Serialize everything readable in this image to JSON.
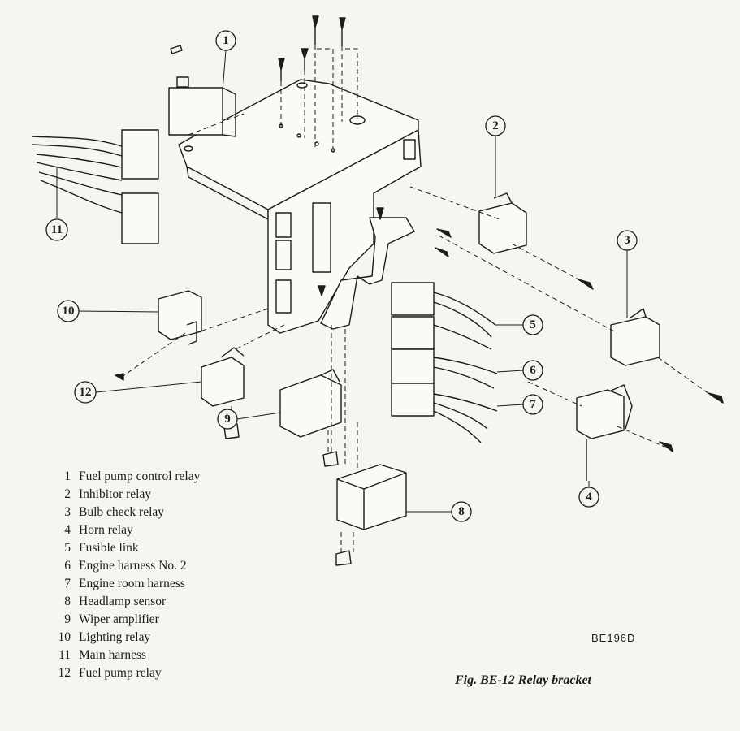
{
  "figure": {
    "code": "BE196D",
    "caption": "Fig. BE-12  Relay bracket"
  },
  "callouts": [
    "1",
    "2",
    "3",
    "4",
    "5",
    "6",
    "7",
    "8",
    "9",
    "10",
    "11",
    "12"
  ],
  "legend": [
    {
      "num": "1",
      "label": "Fuel pump control relay"
    },
    {
      "num": "2",
      "label": "Inhibitor relay"
    },
    {
      "num": "3",
      "label": "Bulb check relay"
    },
    {
      "num": "4",
      "label": "Horn relay"
    },
    {
      "num": "5",
      "label": "Fusible link"
    },
    {
      "num": "6",
      "label": "Engine harness No. 2"
    },
    {
      "num": "7",
      "label": "Engine room harness"
    },
    {
      "num": "8",
      "label": "Headlamp sensor"
    },
    {
      "num": "9",
      "label": "Wiper amplifier"
    },
    {
      "num": "10",
      "label": "Lighting relay"
    },
    {
      "num": "11",
      "label": "Main harness"
    },
    {
      "num": "12",
      "label": "Fuel pump relay"
    }
  ]
}
